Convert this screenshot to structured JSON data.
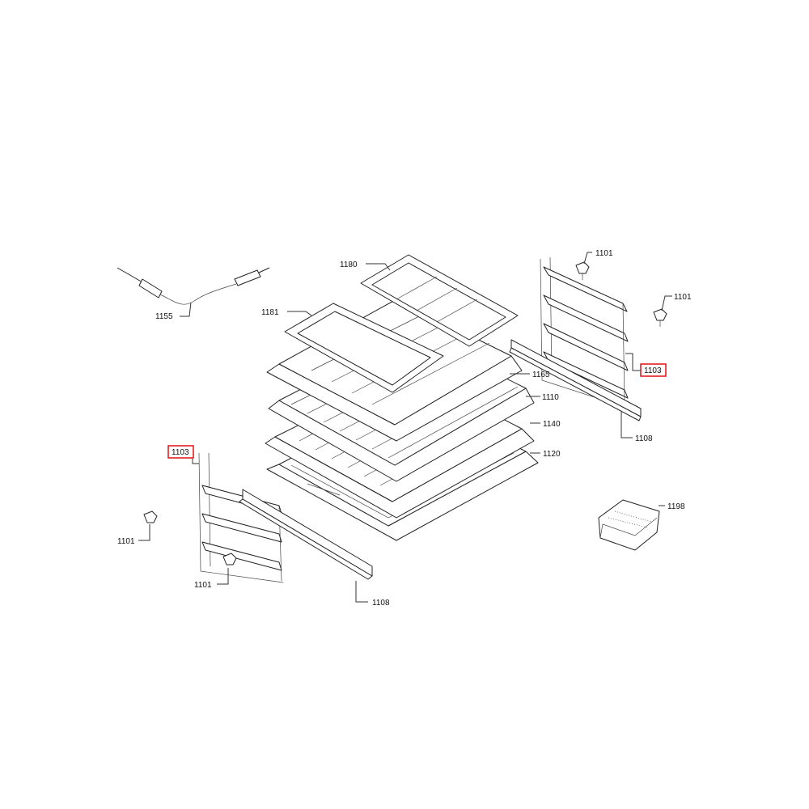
{
  "parts": {
    "p1155": "1155",
    "p1180": "1180",
    "p1181": "1181",
    "p1165": "1165",
    "p1110": "1110",
    "p1140": "1140",
    "p1120": "1120",
    "p1101_a": "1101",
    "p1101_b": "1101",
    "p1101_c": "1101",
    "p1101_d": "1101",
    "p1103_right": "1103",
    "p1103_left": "1103",
    "p1108_right": "1108",
    "p1108_left": "1108",
    "p1198": "1198"
  },
  "highlighted_parts": [
    "1103"
  ],
  "colors": {
    "highlight": "#e01010",
    "line": "#222222"
  }
}
